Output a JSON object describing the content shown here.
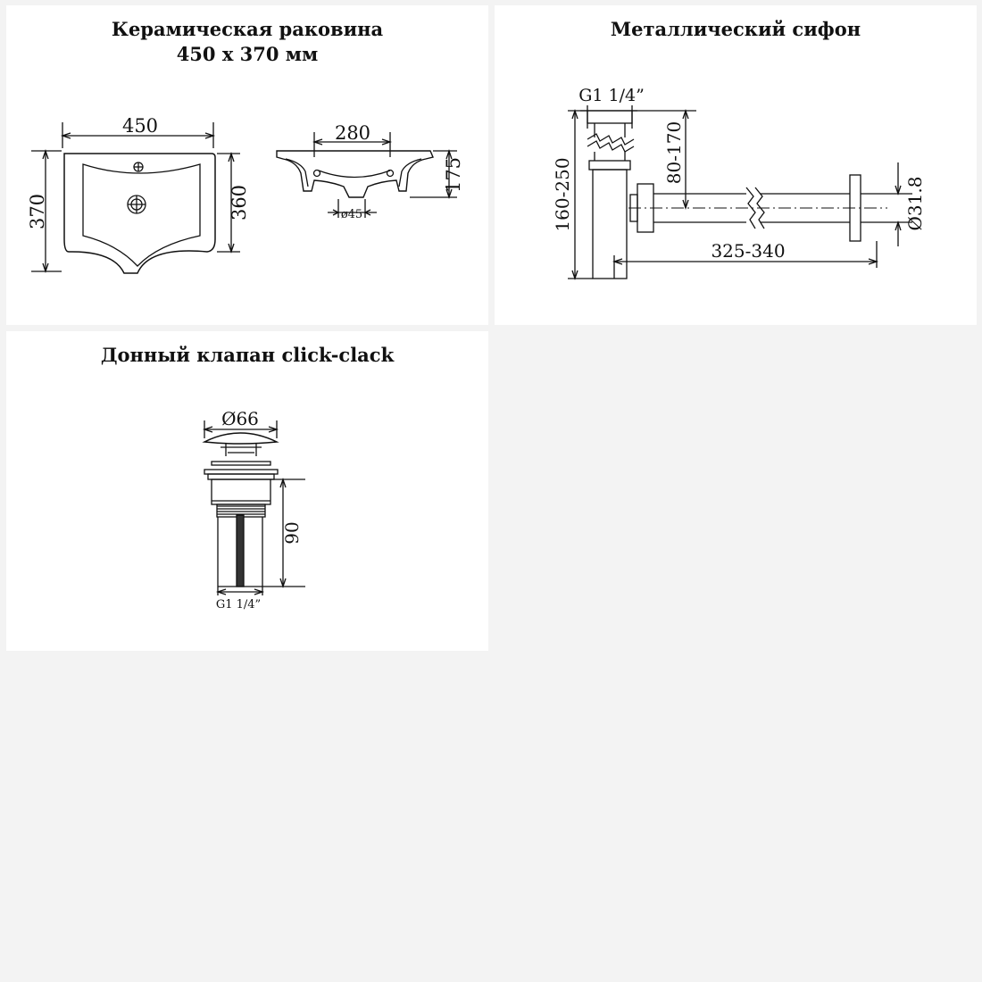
{
  "panels": {
    "sink": {
      "title_line1": "Керамическая раковина",
      "title_line2": "450 х 370 мм",
      "dims": {
        "width": "450",
        "height": "370",
        "inner_height": "360",
        "top_width": "280",
        "depth": "175",
        "drain": "ø45"
      }
    },
    "siphon": {
      "title": "Металлический сифон",
      "dims": {
        "thread": "G1 1/4”",
        "height_range": "160-250",
        "inlet_range": "80-170",
        "length_range": "325-340",
        "pipe_diameter": "Ø31.8"
      }
    },
    "valve": {
      "title": "Донный клапан click-clack",
      "dims": {
        "cap_diameter": "Ø66",
        "height": "90",
        "thread": "G1 1/4”"
      }
    }
  }
}
